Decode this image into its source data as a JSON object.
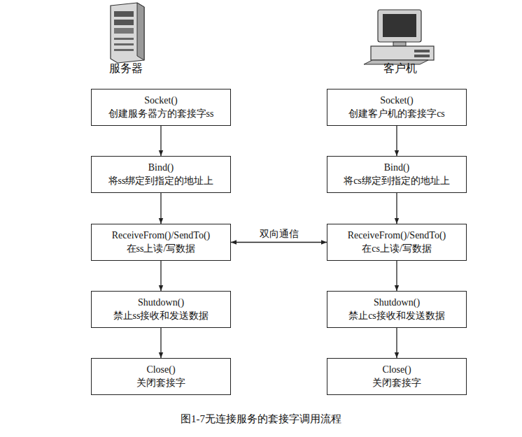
{
  "diagram": {
    "caption": "图1-7无连接服务的套接字调用流程",
    "nodes": [
      {
        "text": [
          "Socket()",
          "创建服务器方的套接字ss"
        ]
      },
      {
        "text": [
          "Bind()",
          "将ss绑定到指定的地址上"
        ]
      },
      {
        "text": [
          "ReceiveFrom()/SendTo()",
          "在ss上读/写数据"
        ]
      },
      {
        "text": [
          "Shutdown()",
          "禁止ss接收和发送数据"
        ]
      },
      {
        "text": [
          "Close()",
          "关闭套接字"
        ]
      },
      {
        "text": [
          "Socket()",
          "创建客户机的套接字cs"
        ]
      },
      {
        "text": [
          "Bind()",
          "将cs绑定到指定的地址上"
        ]
      },
      {
        "text": [
          "ReceiveFrom()/SendTo()",
          "在cs上读/写数据"
        ]
      },
      {
        "text": [
          "Shutdown()",
          "禁止cs接收和发送数据"
        ]
      },
      {
        "text": [
          "Close()",
          "关闭套接字"
        ]
      }
    ],
    "edges": [
      {
        "from": 0,
        "to": 1,
        "arrow": "to"
      },
      {
        "from": 1,
        "to": 2,
        "arrow": "to"
      },
      {
        "from": 2,
        "to": 3,
        "arrow": "to"
      },
      {
        "from": 3,
        "to": 4,
        "arrow": "to"
      },
      {
        "from": 5,
        "to": 6,
        "arrow": "to"
      },
      {
        "from": 6,
        "to": 7,
        "arrow": "to"
      },
      {
        "from": 7,
        "to": 8,
        "arrow": "to"
      },
      {
        "from": 8,
        "to": 9,
        "arrow": "to"
      },
      {
        "from": 2,
        "to": 7,
        "label": "双向通信",
        "arrow": "both"
      }
    ],
    "labels": [
      "服务器",
      "客户机"
    ]
  }
}
